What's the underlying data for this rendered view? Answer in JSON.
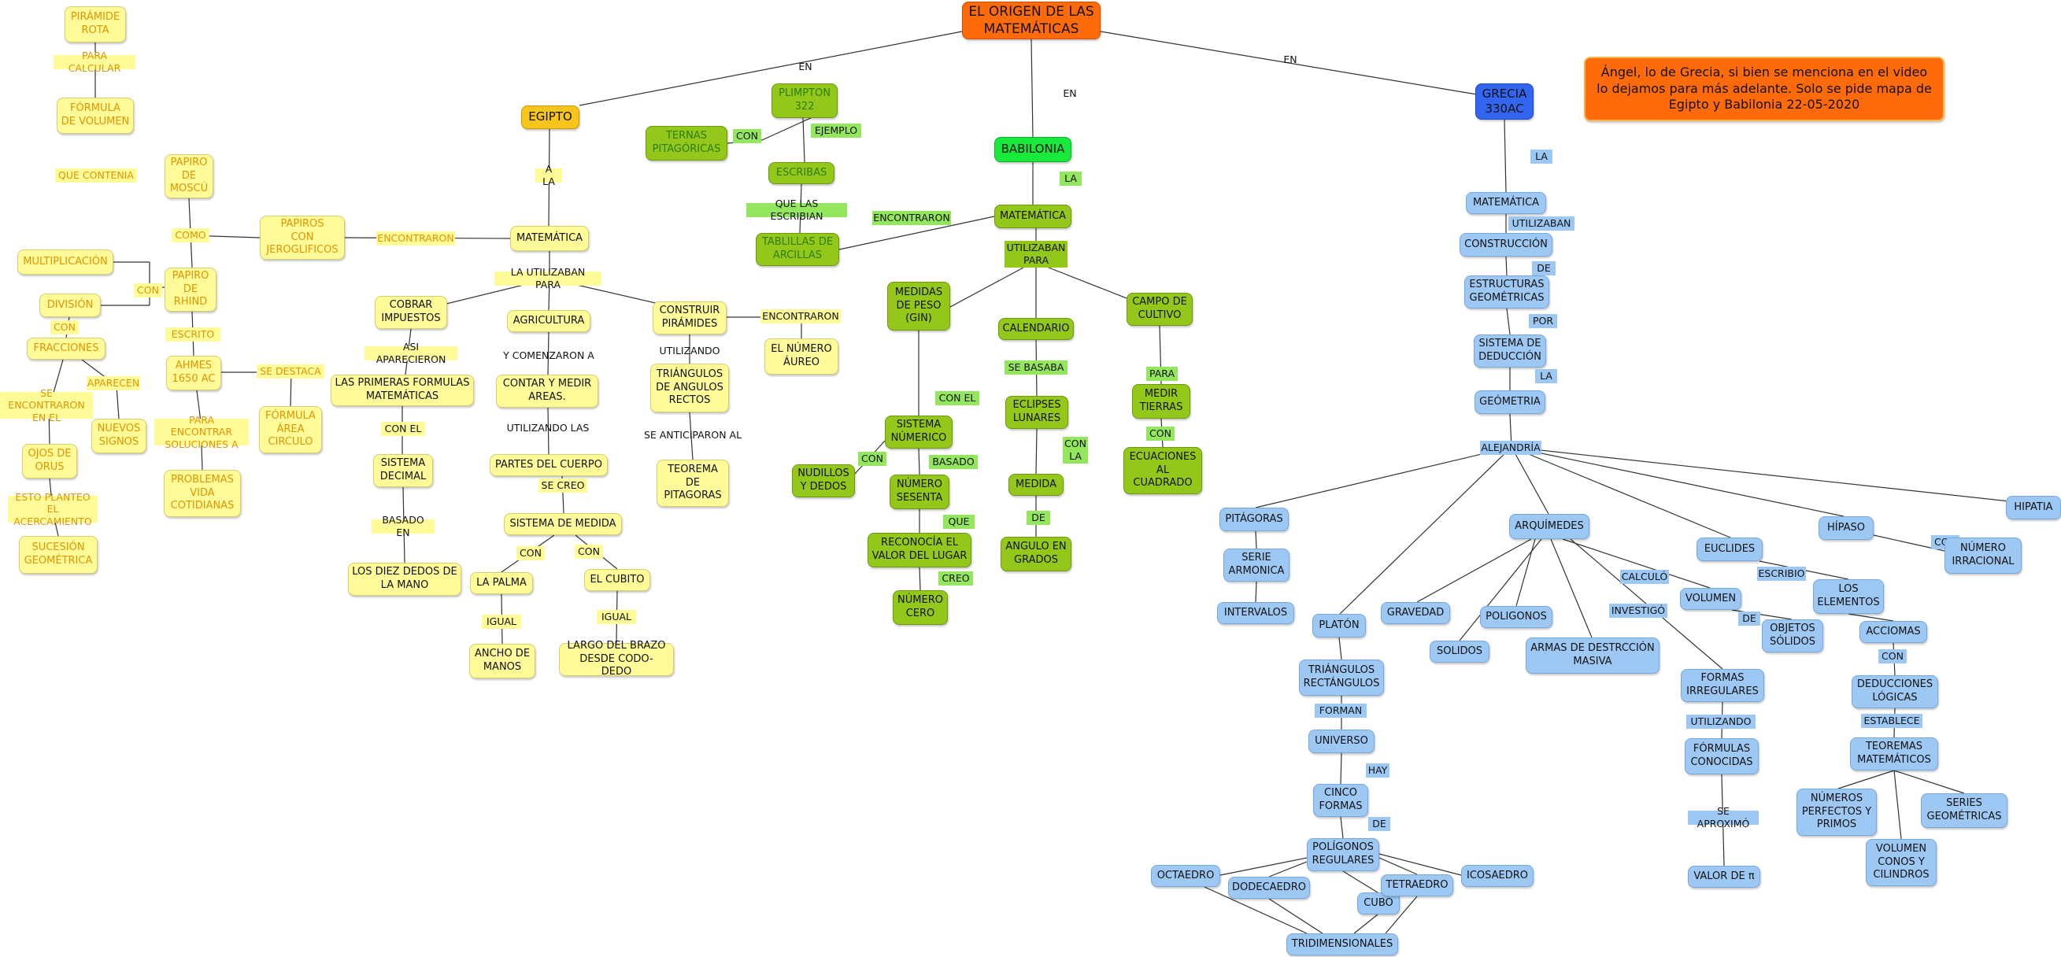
{
  "root": "EL ORIGEN DE LAS\nMATEMÁTICAS",
  "note": "Ángel, lo de Grecia, si bien se menciona en el video\nlo dejamos para más adelante.  Solo se pide mapa de\nEgipto y Babilonia  22-05-2020",
  "links": {
    "en1": "EN",
    "en2": "EN",
    "en3": "EN"
  },
  "egipto": {
    "title": "EGIPTO",
    "a_la": "A LA",
    "matematica": "MATEMÁTICA",
    "encontraron": "ENCONTRARON",
    "papiros": "PAPIROS\nCON\nJEROGLIFICOS",
    "como": "COMO",
    "moscu": "PAPIRO\nDE\nMOSCÚ",
    "que_contenia": "QUE CONTENIA",
    "formula_volumen": "FÓRMULA\nDE VOLUMEN",
    "para_calcular": "PARA CALCULAR",
    "piramide_rota": "PIRÁMIDE\nROTA",
    "rhind": "PAPIRO\nDE\nRHIND",
    "con_rhind": "CON",
    "multiplicacion": "MULTIPLICACIÓN",
    "division": "DIVISIÓN",
    "con_div": "CON",
    "fracciones": "FRACCIONES",
    "se_encontraron": "SE ENCONTRARON\nEN EL",
    "aparecen": "APARECEN",
    "ojos": "OJOS DE\nORUS",
    "nuevos": "NUEVOS\nSIGNOS",
    "esto_planteo": "ESTO PLANTEO\nEL ACERCAMIENTO",
    "sucesion": "SUCESIÓN\nGEOMÉTRICA",
    "escrito": "ESCRITO",
    "ahmes": "AHMES\n1650 AC",
    "se_destaca": "SE DESTACA",
    "formula_area": "FÓRMULA\nÁREA\nCIRCULO",
    "para_encontrar": "PARA ENCONTRAR\nSOLUCIONES A",
    "problemas": "PROBLEMAS\nVIDA\nCOTIDIANAS",
    "la_utilizaban": "LA UTILIZABAN PARA",
    "cobrar": "COBRAR\nIMPUESTOS",
    "asi_aparecieron": "ASI APARECIERON",
    "primeras": "LAS PRIMERAS FORMULAS\nMATEMÁTICAS",
    "con_el": "CON EL",
    "sistema_decimal": "SISTEMA\nDECIMAL",
    "basado_en": "BASADO EN",
    "diez_dedos": "LOS DIEZ DEDOS DE\nLA MANO",
    "agricultura": "AGRICULTURA",
    "y_comenzaron": "Y COMENZARON A",
    "contar": "CONTAR Y MEDIR\nAREAS.",
    "utilizando_las": "UTILIZANDO LAS",
    "partes": "PARTES DEL CUERPO",
    "se_creo": "SE CREO",
    "sistema_medida": "SISTEMA DE MEDIDA",
    "con_a": "CON",
    "con_b": "CON",
    "palma": "LA PALMA",
    "cubito": "EL CUBITO",
    "igual_a": "IGUAL",
    "igual_b": "IGUAL",
    "ancho": "ANCHO DE\nMANOS",
    "largo": "LARGO DEL BRAZO\nDESDE CODO- DEDO",
    "construir": "CONSTRUIR\nPIRÁMIDES",
    "encontraron2": "ENCONTRARON",
    "aureo": "EL NÚMERO\nÁUREO",
    "utilizando": "UTILIZANDO",
    "triangulos": "TRIÁNGULOS\nDE ANGULOS\nRECTOS",
    "se_anticiparon": "SE ANTICIPARON AL",
    "teorema": "TEOREMA\nDE\nPITAGORAS"
  },
  "babilonia": {
    "title": "BABILONIA",
    "la": "LA",
    "matematica": "MATEMÁTICA",
    "encontraron": "ENCONTRARON",
    "tablillas": "TABLILLAS DE\nARCILLAS",
    "que_las": "QUE LAS ESCRIBIAN",
    "escribas": "ESCRIBAS",
    "ejemplo": "EJEMPLO",
    "plimpton": "PLIMPTON\n322",
    "con_ternas": "CON",
    "ternas": "TERNAS\nPITAGÓRICAS",
    "utilizaban": "UTILIZABAN\nPARA",
    "medidas": "MEDIDAS\nDE PESO\n(GIN)",
    "con_el": "CON EL",
    "sistema_numerico": "SISTEMA\nNÚMERICO",
    "con_nudillos": "CON",
    "nudillos": "NUDILLOS\nY DEDOS",
    "basado": "BASADO",
    "sesenta": "NÚMERO\nSESENTA",
    "que": "QUE",
    "reconocia": "RECONOCÍA EL\nVALOR DEL LUGAR",
    "creo": "CREO",
    "cero": "NÚMERO\nCERO",
    "calendario": "CALENDARIO",
    "se_basaba": "SE BASABA",
    "eclipses": "ECLIPSES\nLUNARES",
    "con_la": "CON\nLA",
    "medida": "MEDIDA",
    "de": "DE",
    "angulo": "ANGULO EN\nGRADOS",
    "campo": "CAMPO DE\nCULTIVO",
    "para": "PARA",
    "medir": "MEDIR\nTIERRAS",
    "con_ec": "CON",
    "ecuaciones": "ECUACIONES\nAL\nCUADRADO"
  },
  "grecia": {
    "title": "GRECIA\n330AC",
    "la1": "LA",
    "matematica": "MATEMÁTICA",
    "utilizaban": "UTILIZABAN",
    "construccion": "CONSTRUCCIÓN",
    "de": "DE",
    "estructuras": "ESTRUCTURAS\nGEOMÉTRICAS",
    "por": "POR",
    "sistema": "SISTEMA DE\nDEDUCCIÓN",
    "la2": "LA",
    "geometria": "GEÓMETRIA",
    "alejandria": "ALEJANDRÍA",
    "pitagoras": "PITÁGORAS",
    "serie": "SERIE\nARMONICA",
    "intervalos": "INTERVALOS",
    "platon": "PLATÓN",
    "triangulos": "TRIÁNGULOS\nRECTÁNGULOS",
    "forman": "FORMAN",
    "universo": "UNIVERSO",
    "hay": "HAY",
    "cinco": "CINCO\nFORMAS",
    "de2": "DE",
    "poligonos_reg": "POLÍGONOS\nREGULARES",
    "octaedro": "OCTAEDRO",
    "dodecaedro": "DODECAEDRO",
    "cubo": "CUBO",
    "tetraedro": "TETRAEDRO",
    "icosaedro": "ICOSAEDRO",
    "tridimensionales": "TRIDIMENSIONALES",
    "arquimedes": "ARQUÍMEDES",
    "gravedad": "GRAVEDAD",
    "poligonos": "POLIGONOS",
    "solidos": "SOLIDOS",
    "armas": "ARMAS DE DESTRCCIÓN\nMASIVA",
    "calculo": "CALCULÓ",
    "volumen": "VOLUMEN",
    "de3": "DE",
    "objetos": "OBJETOS\nSÓLIDOS",
    "investigo": "INVESTIGÓ",
    "formas_irr": "FORMAS\nIRREGULARES",
    "utilizando": "UTILIZANDO",
    "formulas": "FÓRMULAS\nCONOCIDAS",
    "se_aproximo": "SE APROXIMÓ",
    "valor_pi": "VALOR DE π",
    "euclides": "EUCLIDES",
    "escribio": "ESCRIBIO",
    "elementos": "LOS\nELEMENTOS",
    "acciomas": "ACCIOMAS",
    "con": "CON",
    "deducciones": "DEDUCCIONES\nLÓGICAS",
    "establece": "ESTABLECE",
    "teoremas": "TEOREMAS\nMATEMÁTICOS",
    "numeros_perf": "NÚMEROS\nPERFECTOS Y\nPRIMOS",
    "volumen_conos": "VOLUMEN\nCONOS Y\nCILINDROS",
    "series": "SERIES\nGEOMÉTRICAS",
    "hipaso": "HÍPASO",
    "con_irr": "CON",
    "numero_irr": "NÚMERO\nIRRACIONAL",
    "hipatia": "HIPATIA"
  }
}
